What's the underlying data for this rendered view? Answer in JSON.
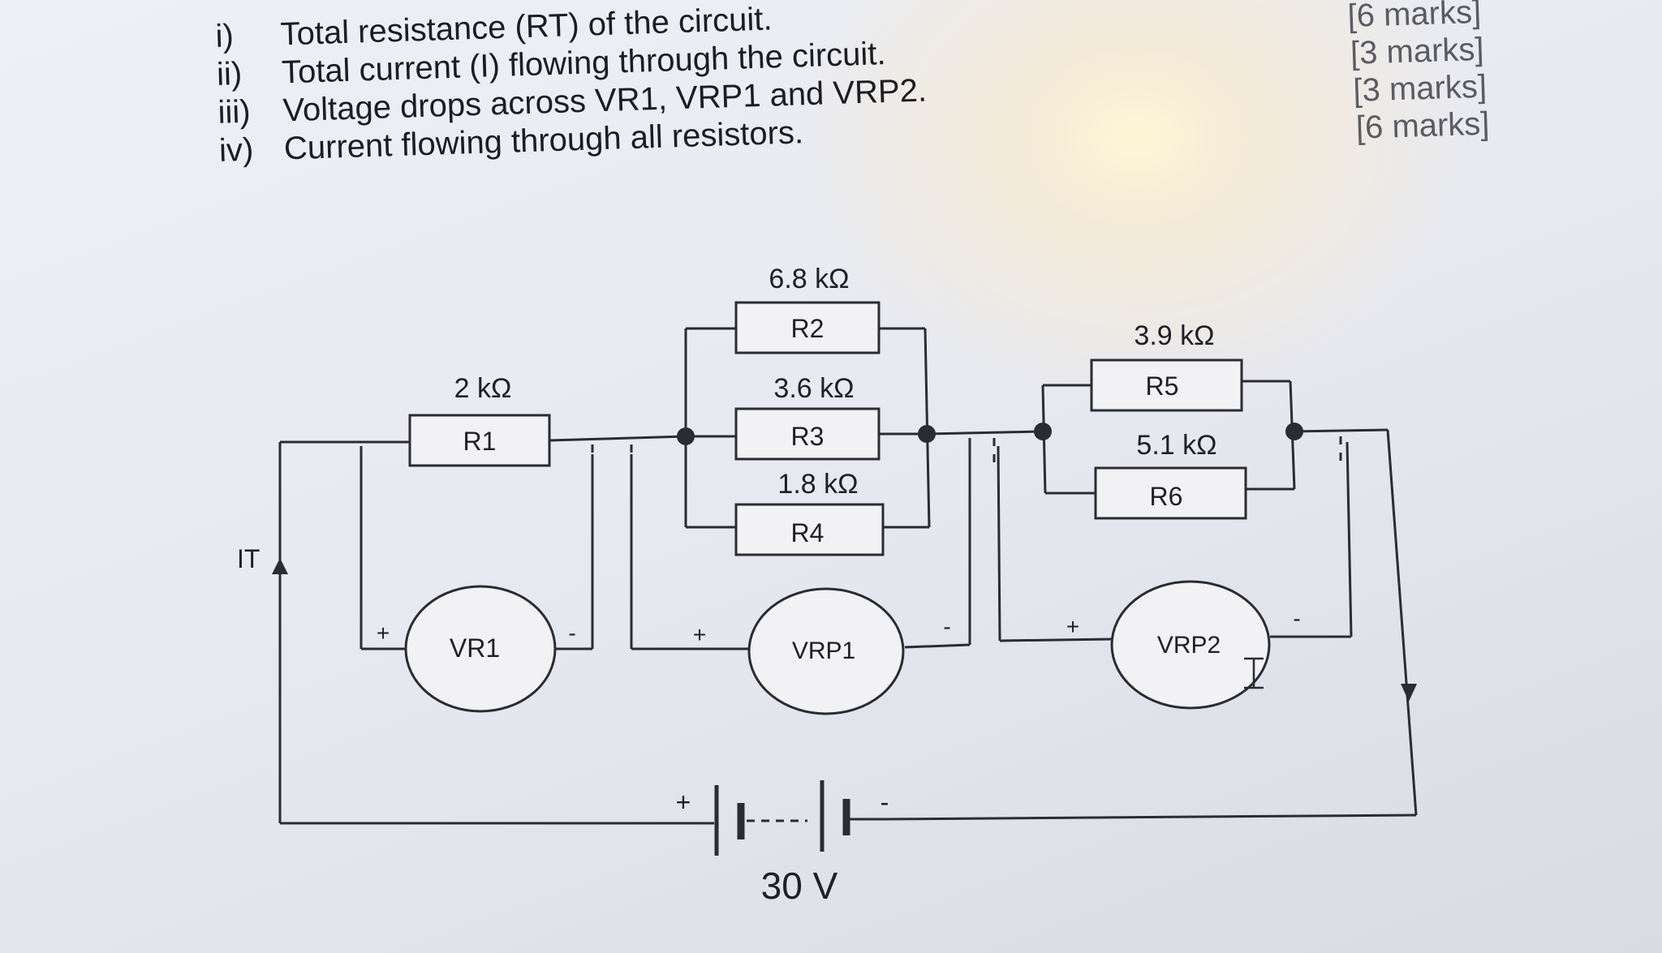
{
  "questions": [
    {
      "num": "i)",
      "text": "Total resistance (RT) of the circuit."
    },
    {
      "num": "ii)",
      "text": "Total current (I) flowing through the circuit."
    },
    {
      "num": "iii)",
      "text": "Voltage drops across VR1, VRP1 and VRP2."
    },
    {
      "num": "iv)",
      "text": "Current flowing through all resistors."
    }
  ],
  "marks": [
    "[6 marks]",
    "[3 marks]",
    "[3 marks]",
    "[6 marks]"
  ],
  "diagram": {
    "resistors": [
      {
        "label": "R1",
        "value": "2 kΩ"
      },
      {
        "label": "R2",
        "value": "6.8 kΩ"
      },
      {
        "label": "R3",
        "value": "3.6 kΩ"
      },
      {
        "label": "R4",
        "value": "1.8 kΩ"
      },
      {
        "label": "R5",
        "value": "3.9 kΩ"
      },
      {
        "label": "R6",
        "value": "5.1 kΩ"
      }
    ],
    "meters": [
      "VR1",
      "VRP1",
      "VRP2"
    ],
    "current_label": "IT",
    "battery_voltage": "30 V",
    "plus": "+",
    "minus": "-"
  }
}
